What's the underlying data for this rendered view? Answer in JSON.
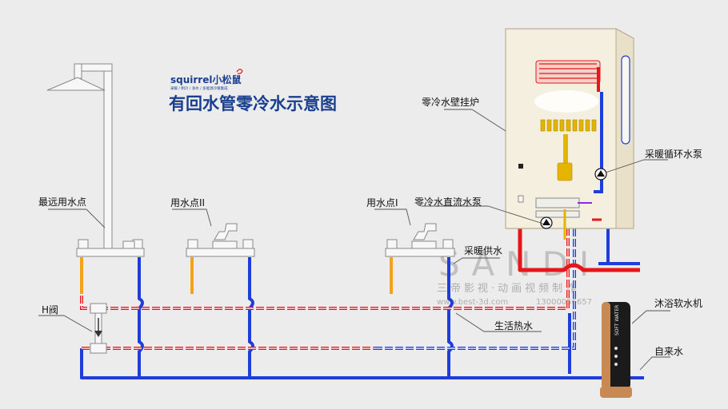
{
  "brand": {
    "name": "squirrel小松鼠",
    "tagline": "采暖 / 制冷 / 净水 / 多能源冷暖集成"
  },
  "title": "有回水管零冷水示意图",
  "labels": {
    "boiler": "零冷水壁挂炉",
    "heating_pump": "采暖循环水泵",
    "direct_pump": "零冷水直流水泵",
    "heating_supply": "采暖供水",
    "farthest_point": "最远用水点",
    "point_2": "用水点II",
    "point_1": "用水点I",
    "h_valve": "H阀",
    "domestic_hot_water": "生活热水",
    "softener": "沐浴软水机",
    "tap_water": "自来水"
  },
  "watermark": {
    "logo": "SANDI",
    "company": "三帝影视·动画视频制作",
    "url": "www.best-3d.com",
    "phone": "13000056657"
  },
  "softener_text": "SOFT WATER",
  "colors": {
    "hot": "#e8161b",
    "cold": "#1f3ddb",
    "warm": "#f5a21b",
    "dark_blue": "#1a3f8f",
    "background": "#ececec"
  }
}
